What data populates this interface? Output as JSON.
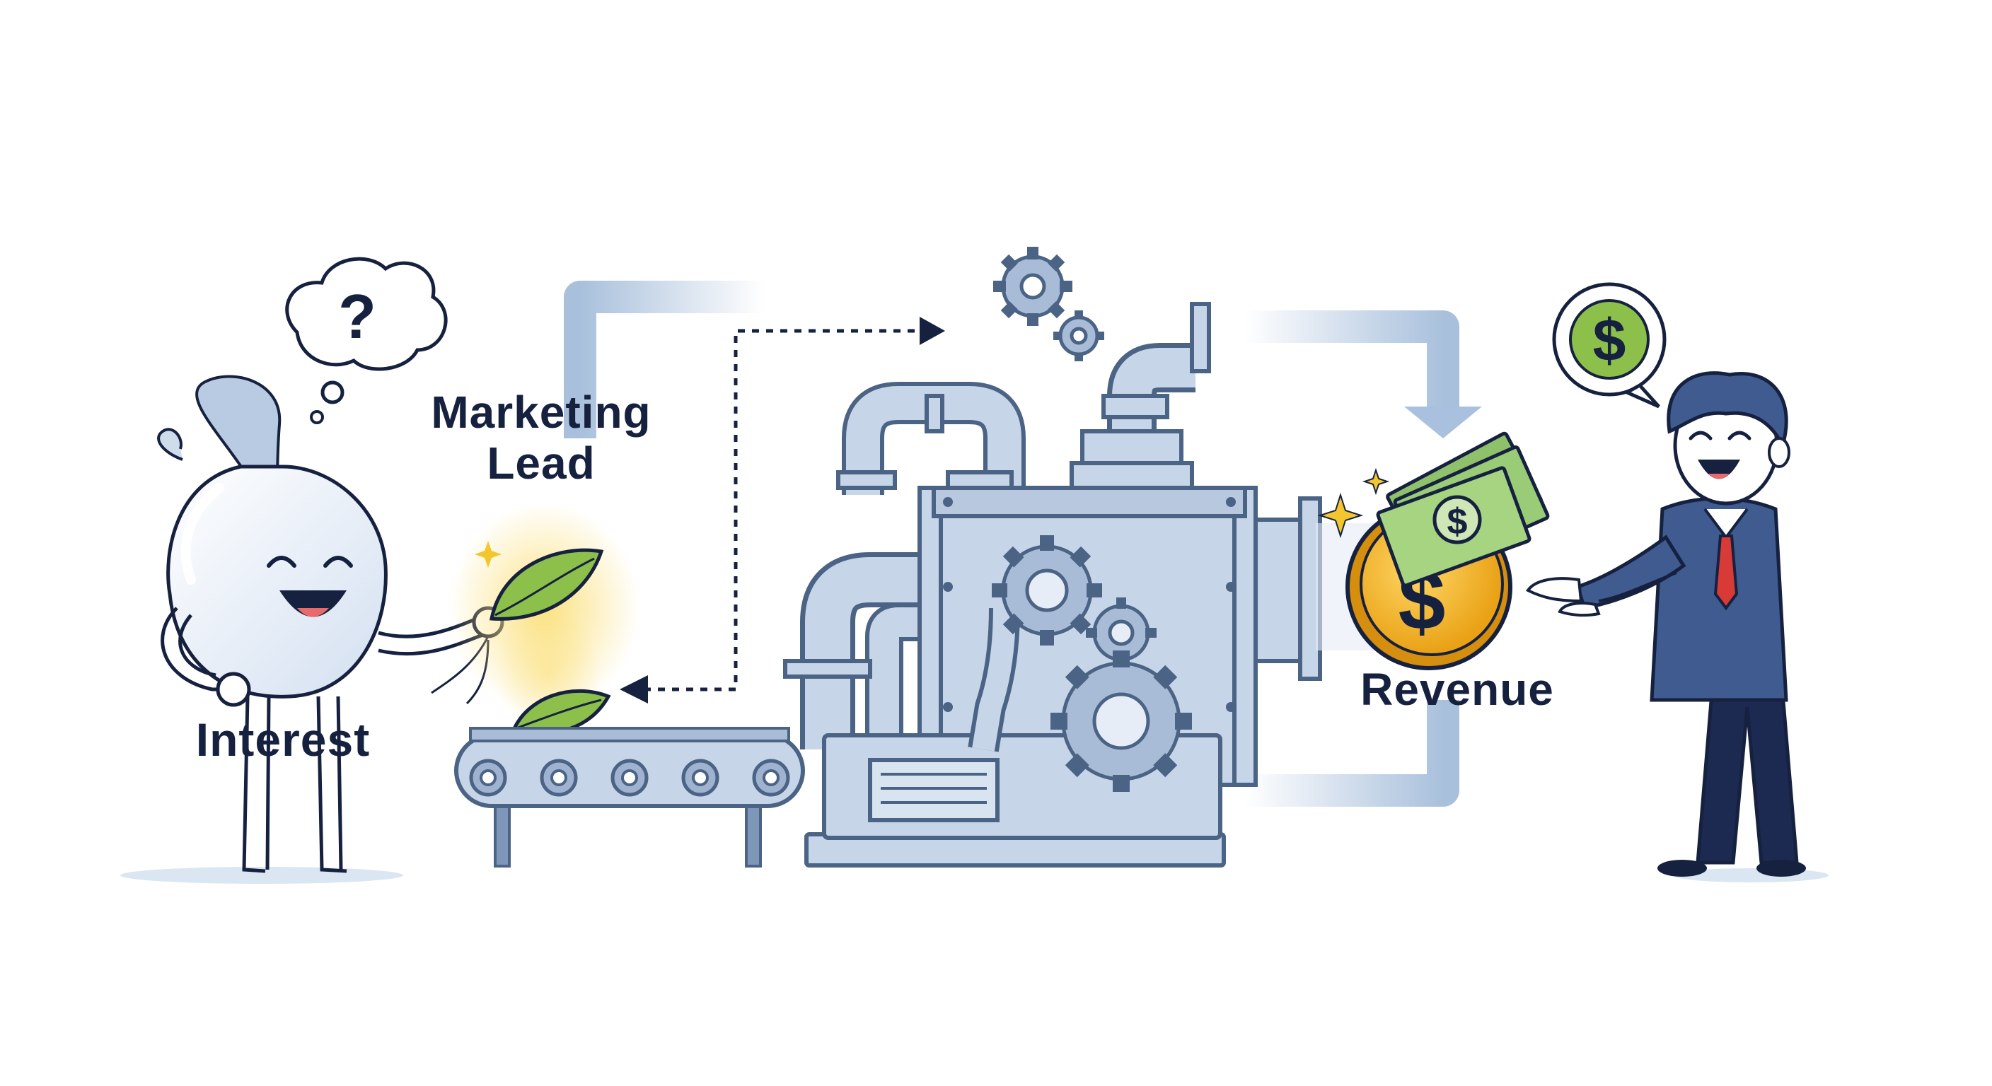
{
  "stages": {
    "interest": "Interest",
    "lead_line1": "Marketing",
    "lead_line2": "Lead",
    "revenue": "Revenue"
  },
  "symbols": {
    "question": "?",
    "dollar": "$"
  },
  "colors": {
    "ink": "#16213f",
    "machine_fill": "#c7d5e8",
    "machine_stroke": "#4b6384",
    "flow_arrow": "#9fb9d8",
    "leaf": "#8cc04a",
    "coin": "#f3b82b",
    "cash": "#8fc16b",
    "suit": "#3f5b8f",
    "tie": "#d83a35",
    "glow": "#fbe07a"
  },
  "icons": [
    "question-bubble-icon",
    "gear-icon",
    "leaf-icon",
    "coin-icon",
    "cash-icon",
    "dollar-bubble-icon",
    "sparkle-icon"
  ]
}
